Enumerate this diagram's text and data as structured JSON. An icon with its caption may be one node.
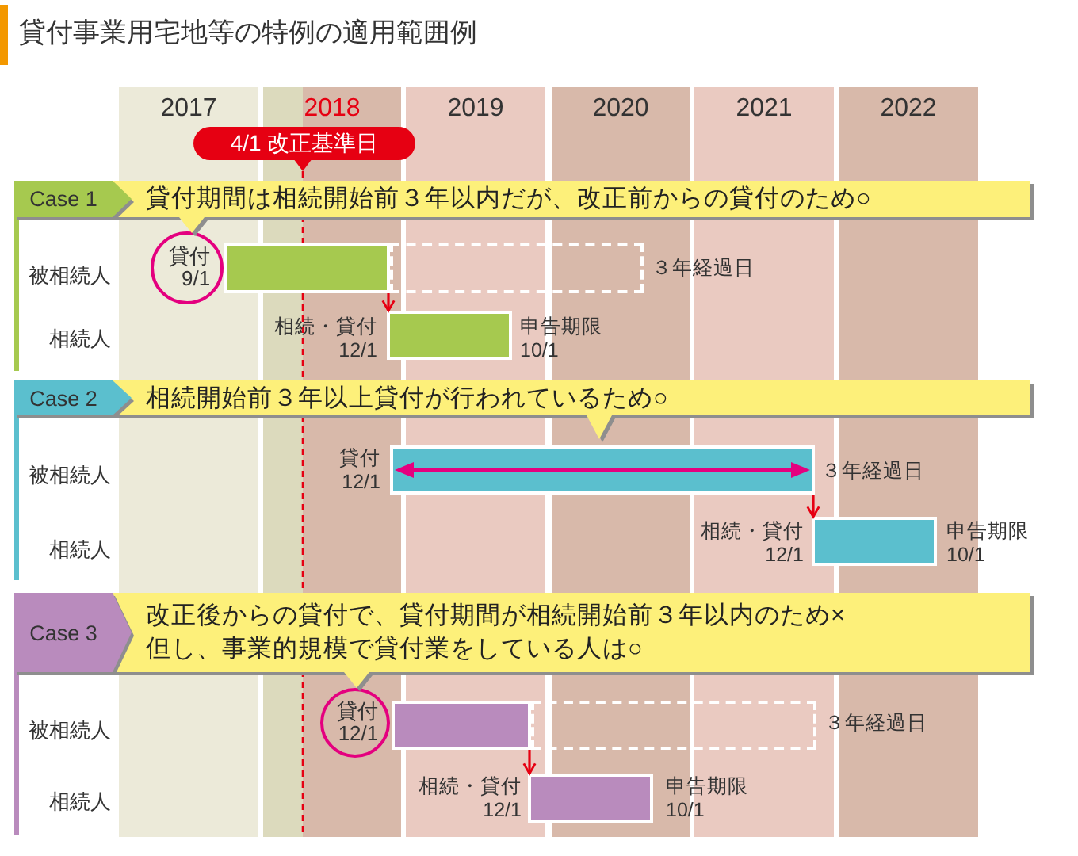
{
  "diagram": {
    "title": "貸付事業用宅地等の特例の適用範囲例",
    "nodes": [
      {
        "text": [
          "4/1 改正基準日"
        ]
      },
      {
        "text": [
          "Case 1"
        ]
      },
      {
        "text": [
          "貸付期間は相続開始前３年以内だが、改正前からの貸付のため○"
        ]
      },
      {
        "text": [
          "貸付 9/1"
        ]
      },
      {
        "text": [],
        "shape": "bar"
      },
      {
        "text": [],
        "shape": "box",
        "beside": [
          "３年経過日"
        ]
      },
      {
        "text": [],
        "shape": "bar",
        "beside": [
          "相続・貸付 12/1",
          "申告期限 10/1"
        ]
      },
      {
        "text": [
          "Case 2"
        ]
      },
      {
        "text": [
          "相続開始前３年以上貸付が行われているため○"
        ]
      },
      {
        "text": [],
        "shape": "bar",
        "beside": [
          "貸付 12/1",
          "３年経過日"
        ]
      },
      {
        "text": [],
        "shape": "bar",
        "beside": [
          "相続・貸付 12/1",
          "申告期限 10/1"
        ]
      },
      {
        "text": [
          "Case 3"
        ]
      },
      {
        "text": [
          "改正後からの貸付で、貸付期間が相続開始前３年以内のため×",
          "但し、事業的規模で貸付業をしている人は○"
        ]
      },
      {
        "text": [
          "貸付 12/1"
        ]
      },
      {
        "text": [],
        "shape": "bar"
      },
      {
        "text": [],
        "shape": "box",
        "beside": [
          "３年経過日"
        ]
      },
      {
        "text": [],
        "shape": "bar",
        "beside": [
          "相続・貸付 12/1",
          "申告期限 10/1"
        ]
      }
    ],
    "edges": [
      {
        "from": 4,
        "to": 6,
        "arrow": "to"
      },
      {
        "from": 9,
        "to": 10,
        "arrow": "to"
      },
      {
        "from": 14,
        "to": 16,
        "arrow": "to"
      }
    ],
    "labels": [
      "2017",
      "2018",
      "2019",
      "2020",
      "2021",
      "2022",
      "被相続人",
      "相続人",
      "被相続人",
      "相続人",
      "被相続人",
      "相続人"
    ]
  }
}
